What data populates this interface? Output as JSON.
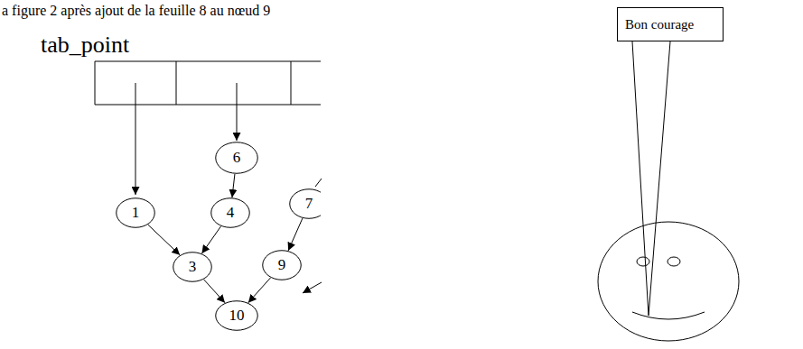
{
  "diagram": {
    "nodes": [
      {
        "text": [
          "Bon courage"
        ]
      },
      {
        "text": [
          "6"
        ]
      },
      {
        "text": [
          "1"
        ]
      },
      {
        "text": [
          "4"
        ]
      },
      {
        "text": [
          "7"
        ]
      },
      {
        "text": [
          "3"
        ]
      },
      {
        "text": [
          "9"
        ]
      },
      {
        "text": [
          "10"
        ]
      }
    ],
    "edges": [
      {
        "from": 1,
        "to": 3,
        "arrow": "to"
      },
      {
        "from": 2,
        "to": 5,
        "arrow": "to"
      },
      {
        "from": 3,
        "to": 5,
        "arrow": "to"
      },
      {
        "from": 4,
        "to": 6,
        "arrow": "to"
      },
      {
        "from": 5,
        "to": 7,
        "arrow": "to"
      },
      {
        "from": 6,
        "to": 7,
        "arrow": "to"
      }
    ],
    "labels": [
      "a figure 2 après ajout de la feuille 8 au nœud 9",
      "tab_point"
    ]
  }
}
